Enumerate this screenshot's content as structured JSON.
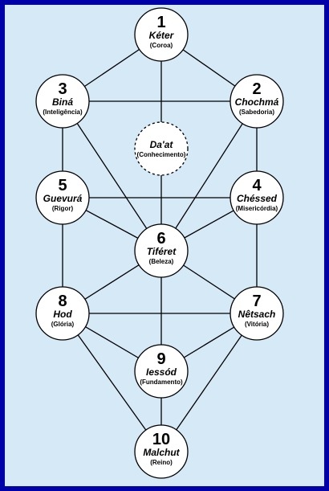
{
  "diagram": {
    "nodes": [
      {
        "id": "keter",
        "number": "1",
        "name": "Kéter",
        "meaning": "(Coroa)",
        "dashed": false
      },
      {
        "id": "chochma",
        "number": "2",
        "name": "Chochmá",
        "meaning": "(Sabedoria)",
        "dashed": false
      },
      {
        "id": "bina",
        "number": "3",
        "name": "Biná",
        "meaning": "(Inteligência)",
        "dashed": false
      },
      {
        "id": "daat",
        "number": "",
        "name": "Da'at",
        "meaning": "(Conhecimento)",
        "dashed": true
      },
      {
        "id": "chessed",
        "number": "4",
        "name": "Chéssed",
        "meaning": "(Misericórdia)",
        "dashed": false
      },
      {
        "id": "guevura",
        "number": "5",
        "name": "Guevurá",
        "meaning": "(Rigor)",
        "dashed": false
      },
      {
        "id": "tiferet",
        "number": "6",
        "name": "Tiféret",
        "meaning": "(Beleza)",
        "dashed": false
      },
      {
        "id": "netsach",
        "number": "7",
        "name": "Nêtsach",
        "meaning": "(Vitória)",
        "dashed": false
      },
      {
        "id": "hod",
        "number": "8",
        "name": "Hod",
        "meaning": "(Glória)",
        "dashed": false
      },
      {
        "id": "iessod",
        "number": "9",
        "name": "Iessód",
        "meaning": "(Fundamento)",
        "dashed": false
      },
      {
        "id": "malchut",
        "number": "10",
        "name": "Malchut",
        "meaning": "(Reino)",
        "dashed": false
      }
    ],
    "edges": [
      [
        "keter",
        "bina"
      ],
      [
        "keter",
        "chochma"
      ],
      [
        "keter",
        "daat"
      ],
      [
        "bina",
        "chochma"
      ],
      [
        "bina",
        "guevura"
      ],
      [
        "bina",
        "tiferet"
      ],
      [
        "chochma",
        "chessed"
      ],
      [
        "chochma",
        "tiferet"
      ],
      [
        "daat",
        "tiferet"
      ],
      [
        "guevura",
        "chessed"
      ],
      [
        "guevura",
        "tiferet"
      ],
      [
        "guevura",
        "hod"
      ],
      [
        "chessed",
        "tiferet"
      ],
      [
        "chessed",
        "netsach"
      ],
      [
        "tiferet",
        "hod"
      ],
      [
        "tiferet",
        "netsach"
      ],
      [
        "tiferet",
        "iessod"
      ],
      [
        "hod",
        "netsach"
      ],
      [
        "hod",
        "iessod"
      ],
      [
        "hod",
        "malchut"
      ],
      [
        "netsach",
        "iessod"
      ],
      [
        "netsach",
        "malchut"
      ],
      [
        "iessod",
        "malchut"
      ]
    ]
  }
}
